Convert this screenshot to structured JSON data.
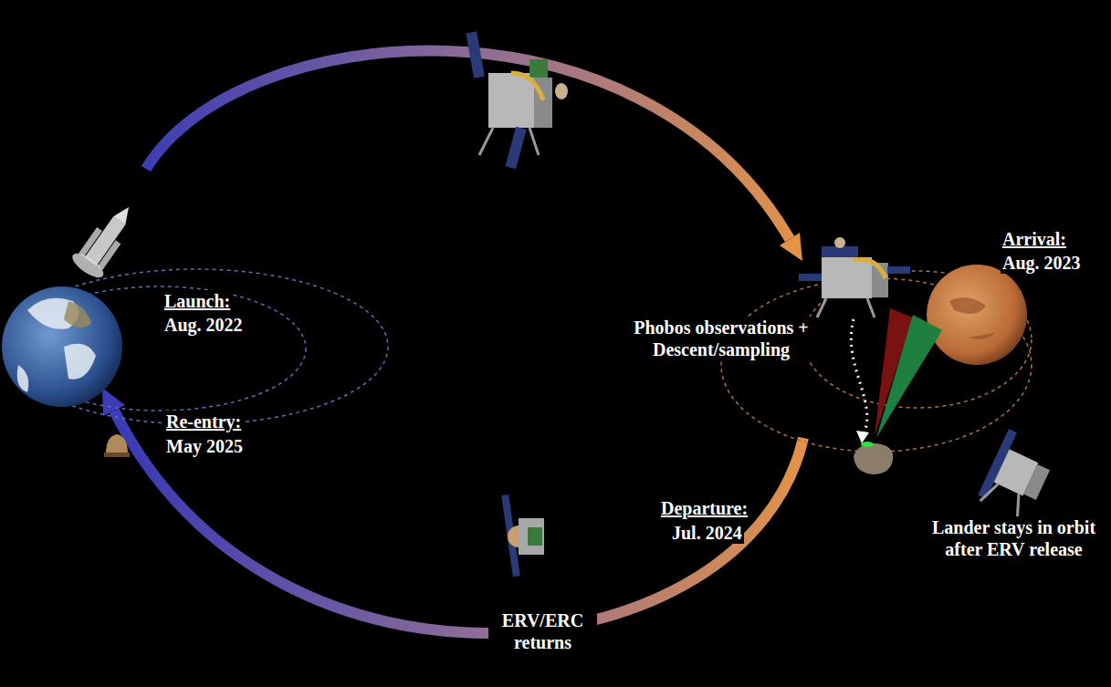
{
  "diagram": {
    "labels": [
      "Launch:",
      "Aug. 2022",
      "Arrival:",
      "Aug. 2023",
      "Phobos observations + Descent/sampling",
      "Re-entry:",
      "May 2025",
      "Departure:",
      "Jul. 2024",
      "ERV/ERC returns",
      "Lander stays in orbit after ERV release"
    ]
  }
}
